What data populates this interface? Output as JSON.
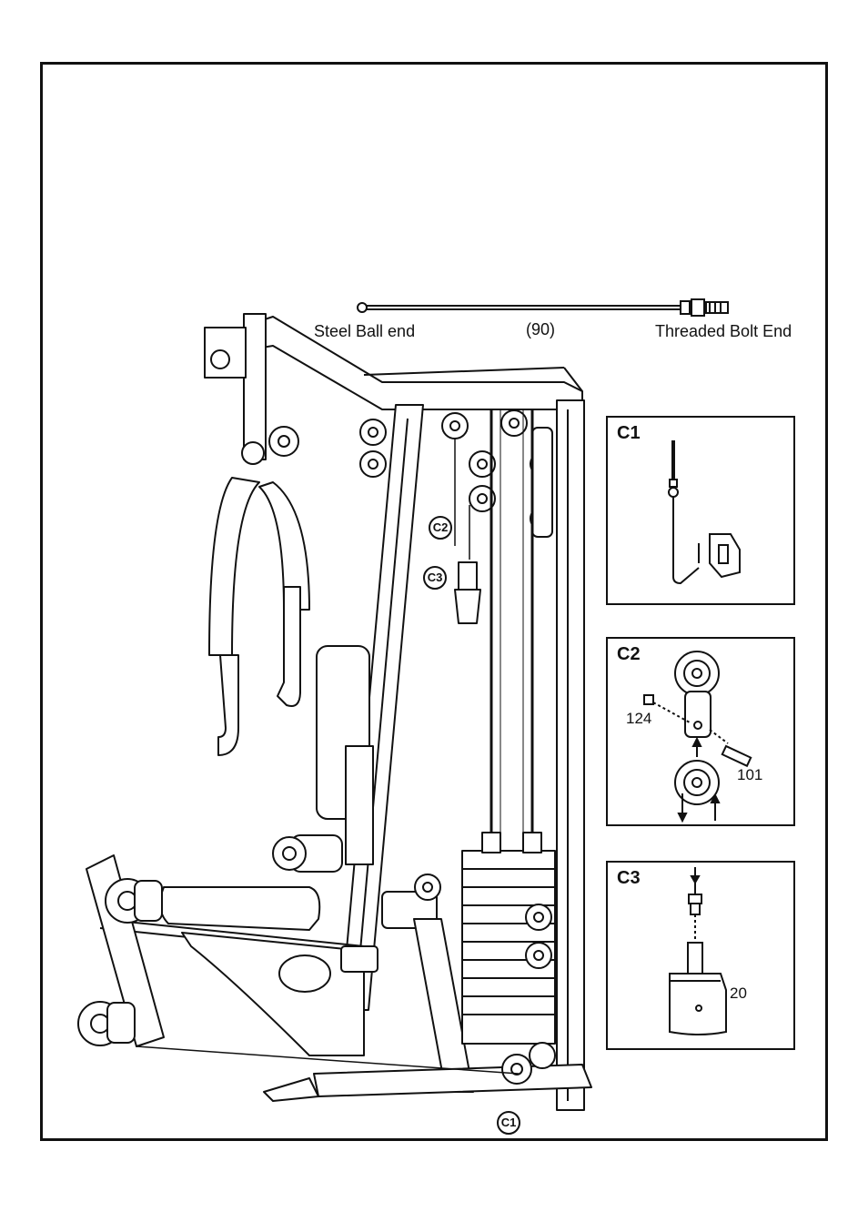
{
  "cable": {
    "left_label": "Steel Ball end",
    "part_number": "(90)",
    "right_label": "Threaded Bolt End"
  },
  "callouts": {
    "c1": "C1",
    "c2": "C2",
    "c3": "C3"
  },
  "insets": {
    "c1": {
      "title": "C1"
    },
    "c2": {
      "title": "C2",
      "part_a": "124",
      "part_b": "101"
    },
    "c3": {
      "title": "C3",
      "part_a": "20"
    }
  }
}
